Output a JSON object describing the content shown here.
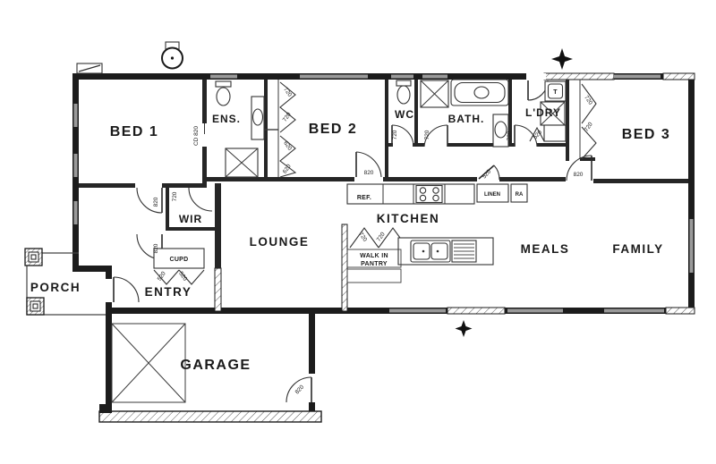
{
  "drawing": {
    "type_label": "house floor plan"
  },
  "rooms": [
    {
      "id": "bed1",
      "label": "BED 1"
    },
    {
      "id": "ens",
      "label": "ENS."
    },
    {
      "id": "bed2",
      "label": "BED 2"
    },
    {
      "id": "wc",
      "label": "WC"
    },
    {
      "id": "bath",
      "label": "BATH."
    },
    {
      "id": "ldry",
      "label": "L'DRY"
    },
    {
      "id": "bed3",
      "label": "BED 3"
    },
    {
      "id": "wir",
      "label": "WIR"
    },
    {
      "id": "entry",
      "label": "ENTRY"
    },
    {
      "id": "porch",
      "label": "PORCH"
    },
    {
      "id": "lounge",
      "label": "LOUNGE"
    },
    {
      "id": "kitchen",
      "label": "KITCHEN"
    },
    {
      "id": "meals",
      "label": "MEALS"
    },
    {
      "id": "family",
      "label": "FAMILY"
    },
    {
      "id": "garage",
      "label": "GARAGE"
    }
  ],
  "fixtures": {
    "fridge": "REF.",
    "linen": "LINEN",
    "return_air": "RA",
    "trough": "T",
    "cupboard": "CUPD",
    "pantry_line1": "WALK IN",
    "pantry_line2": "PANTRY"
  },
  "door_labels": [
    {
      "text": "820"
    },
    {
      "text": "720"
    },
    {
      "text": "820"
    },
    {
      "text": "520"
    },
    {
      "text": "520"
    },
    {
      "text": "CD 820"
    },
    {
      "text": "720"
    },
    {
      "text": "720"
    },
    {
      "text": "620"
    },
    {
      "text": "620"
    },
    {
      "text": "820"
    },
    {
      "text": "720"
    },
    {
      "text": "720"
    },
    {
      "text": "720"
    },
    {
      "text": "520"
    },
    {
      "text": "520"
    },
    {
      "text": "720"
    },
    {
      "text": "720"
    },
    {
      "text": "820"
    },
    {
      "text": "720"
    },
    {
      "text": "720"
    },
    {
      "text": "820"
    }
  ],
  "colors": {
    "wall": "#1c1c1c",
    "window": "#9a9a9a",
    "paper": "#ffffff",
    "line": "#333333"
  }
}
